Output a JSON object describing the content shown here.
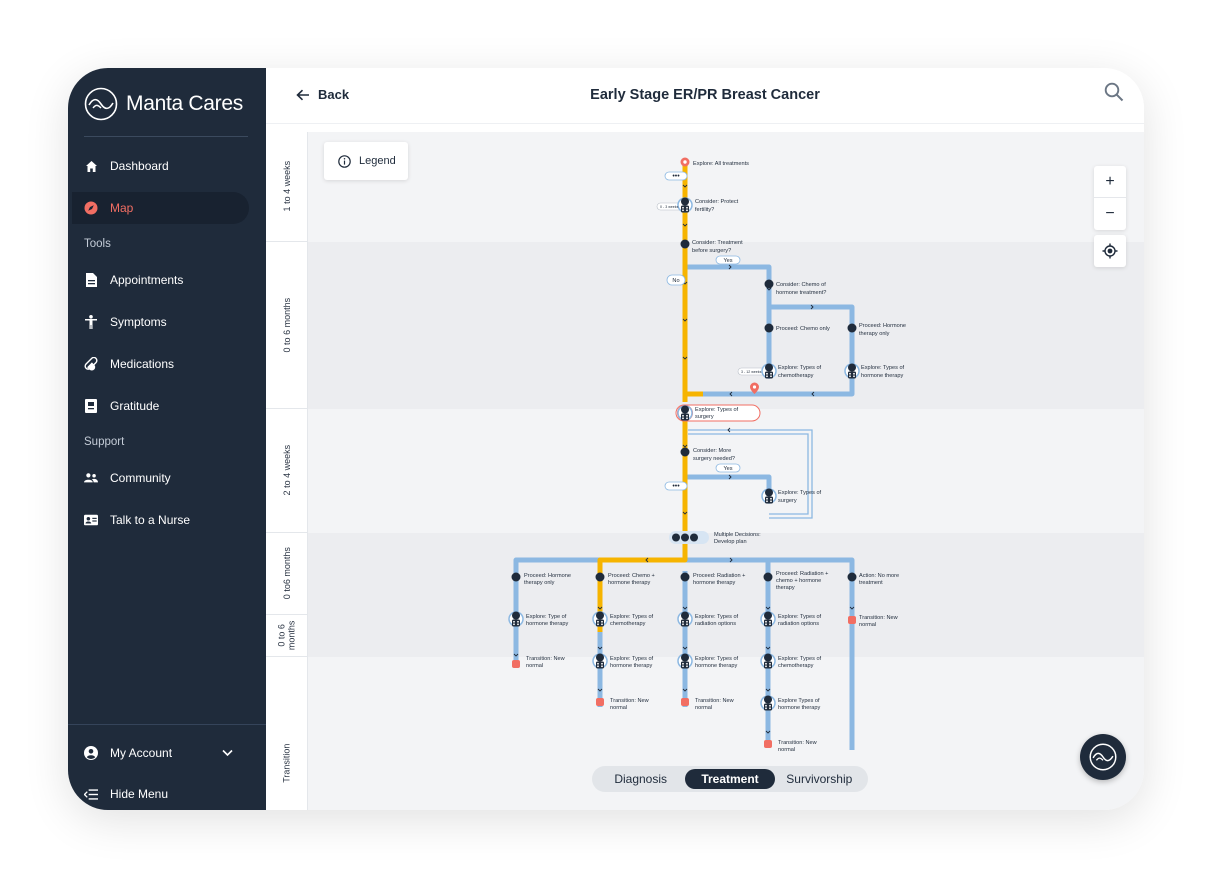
{
  "brand": {
    "name": "Manta Cares"
  },
  "nav": {
    "dashboard": "Dashboard",
    "map": "Map",
    "tools_label": "Tools",
    "appointments": "Appointments",
    "symptoms": "Symptoms",
    "medications": "Medications",
    "gratitude": "Gratitude",
    "support_label": "Support",
    "community": "Community",
    "talk_to_nurse": "Talk to a Nurse",
    "my_account": "My Account",
    "hide_menu": "Hide Menu"
  },
  "header": {
    "back": "Back",
    "title": "Early Stage ER/PR Breast Cancer"
  },
  "timeline": [
    "1 to 4 weeks",
    "0 to 6 months",
    "2 to 4 weeks",
    "0 to6 months",
    "0 to 6 months",
    "Transition"
  ],
  "map": {
    "legend": "Legend",
    "zoom_in": "+",
    "zoom_out": "−",
    "phases": [
      "Diagnosis",
      "Treatment",
      "Survivorship"
    ],
    "labels": {
      "explore_all": "Explore: All treatments",
      "protect_fertility_1": "Consider: Protect",
      "protect_fertility_2": "fertility?",
      "fertility_duration": "0 - 3 weeks",
      "before_surgery_1": "Consider: Treatment",
      "before_surgery_2": "before surgery?",
      "yes": "Yes",
      "no": "No",
      "chemo_or_hormone_1": "Consider: Chemo of",
      "chemo_or_hormone_2": "hormone treatment?",
      "chemo_only": "Proceed: Chemo only",
      "hormone_only_1": "Proceed: Hormone",
      "hormone_only_2": "therapy only",
      "chemo_duration": "3 - 12 weeks",
      "types_chemo_1": "Explore: Types of",
      "types_chemo_2": "chemotherapy",
      "types_hormone_1": "Explore: Types of",
      "types_hormone_2": "hormone therapy",
      "types_surgery_1": "Explore: Types of",
      "types_surgery_2": "surgery",
      "more_surgery_1": "Consider: More",
      "more_surgery_2": "surgery needed?",
      "multiple_1": "Multiple Decisions:",
      "multiple_2": "Develop plan",
      "p_hormone_1": "Proceed: Hormone",
      "p_hormone_2": "therapy only",
      "p_chemo_hormone_1": "Proceed: Chemo +",
      "p_chemo_hormone_2": "hormone therapy",
      "p_radiation_1": "Proceed: Radiation +",
      "p_radiation_2": "hormone therapy",
      "p_rad_chemo_1": "Proceed: Radiation +",
      "p_rad_chemo_2": "chemo + hormone",
      "p_rad_chemo_3": "therapy",
      "no_more_1": "Action: No more",
      "no_more_2": "treatment",
      "e_type_hormone_1": "Explore: Type of",
      "e_type_hormone_2": "hormone therapy",
      "e_types_radiation_1": "Explore: Types of",
      "e_types_radiation_2": "radiation options",
      "e_types_hormone_nocolon_1": "Explore Types of",
      "transition_1": "Transition: New",
      "transition_2": "normal"
    }
  },
  "colors": {
    "sidebar": "#1f2b3b",
    "active": "#f16e63",
    "primary_path": "#f6b400",
    "branch_path": "#8cb8e2",
    "node": "#1f2b3b"
  }
}
